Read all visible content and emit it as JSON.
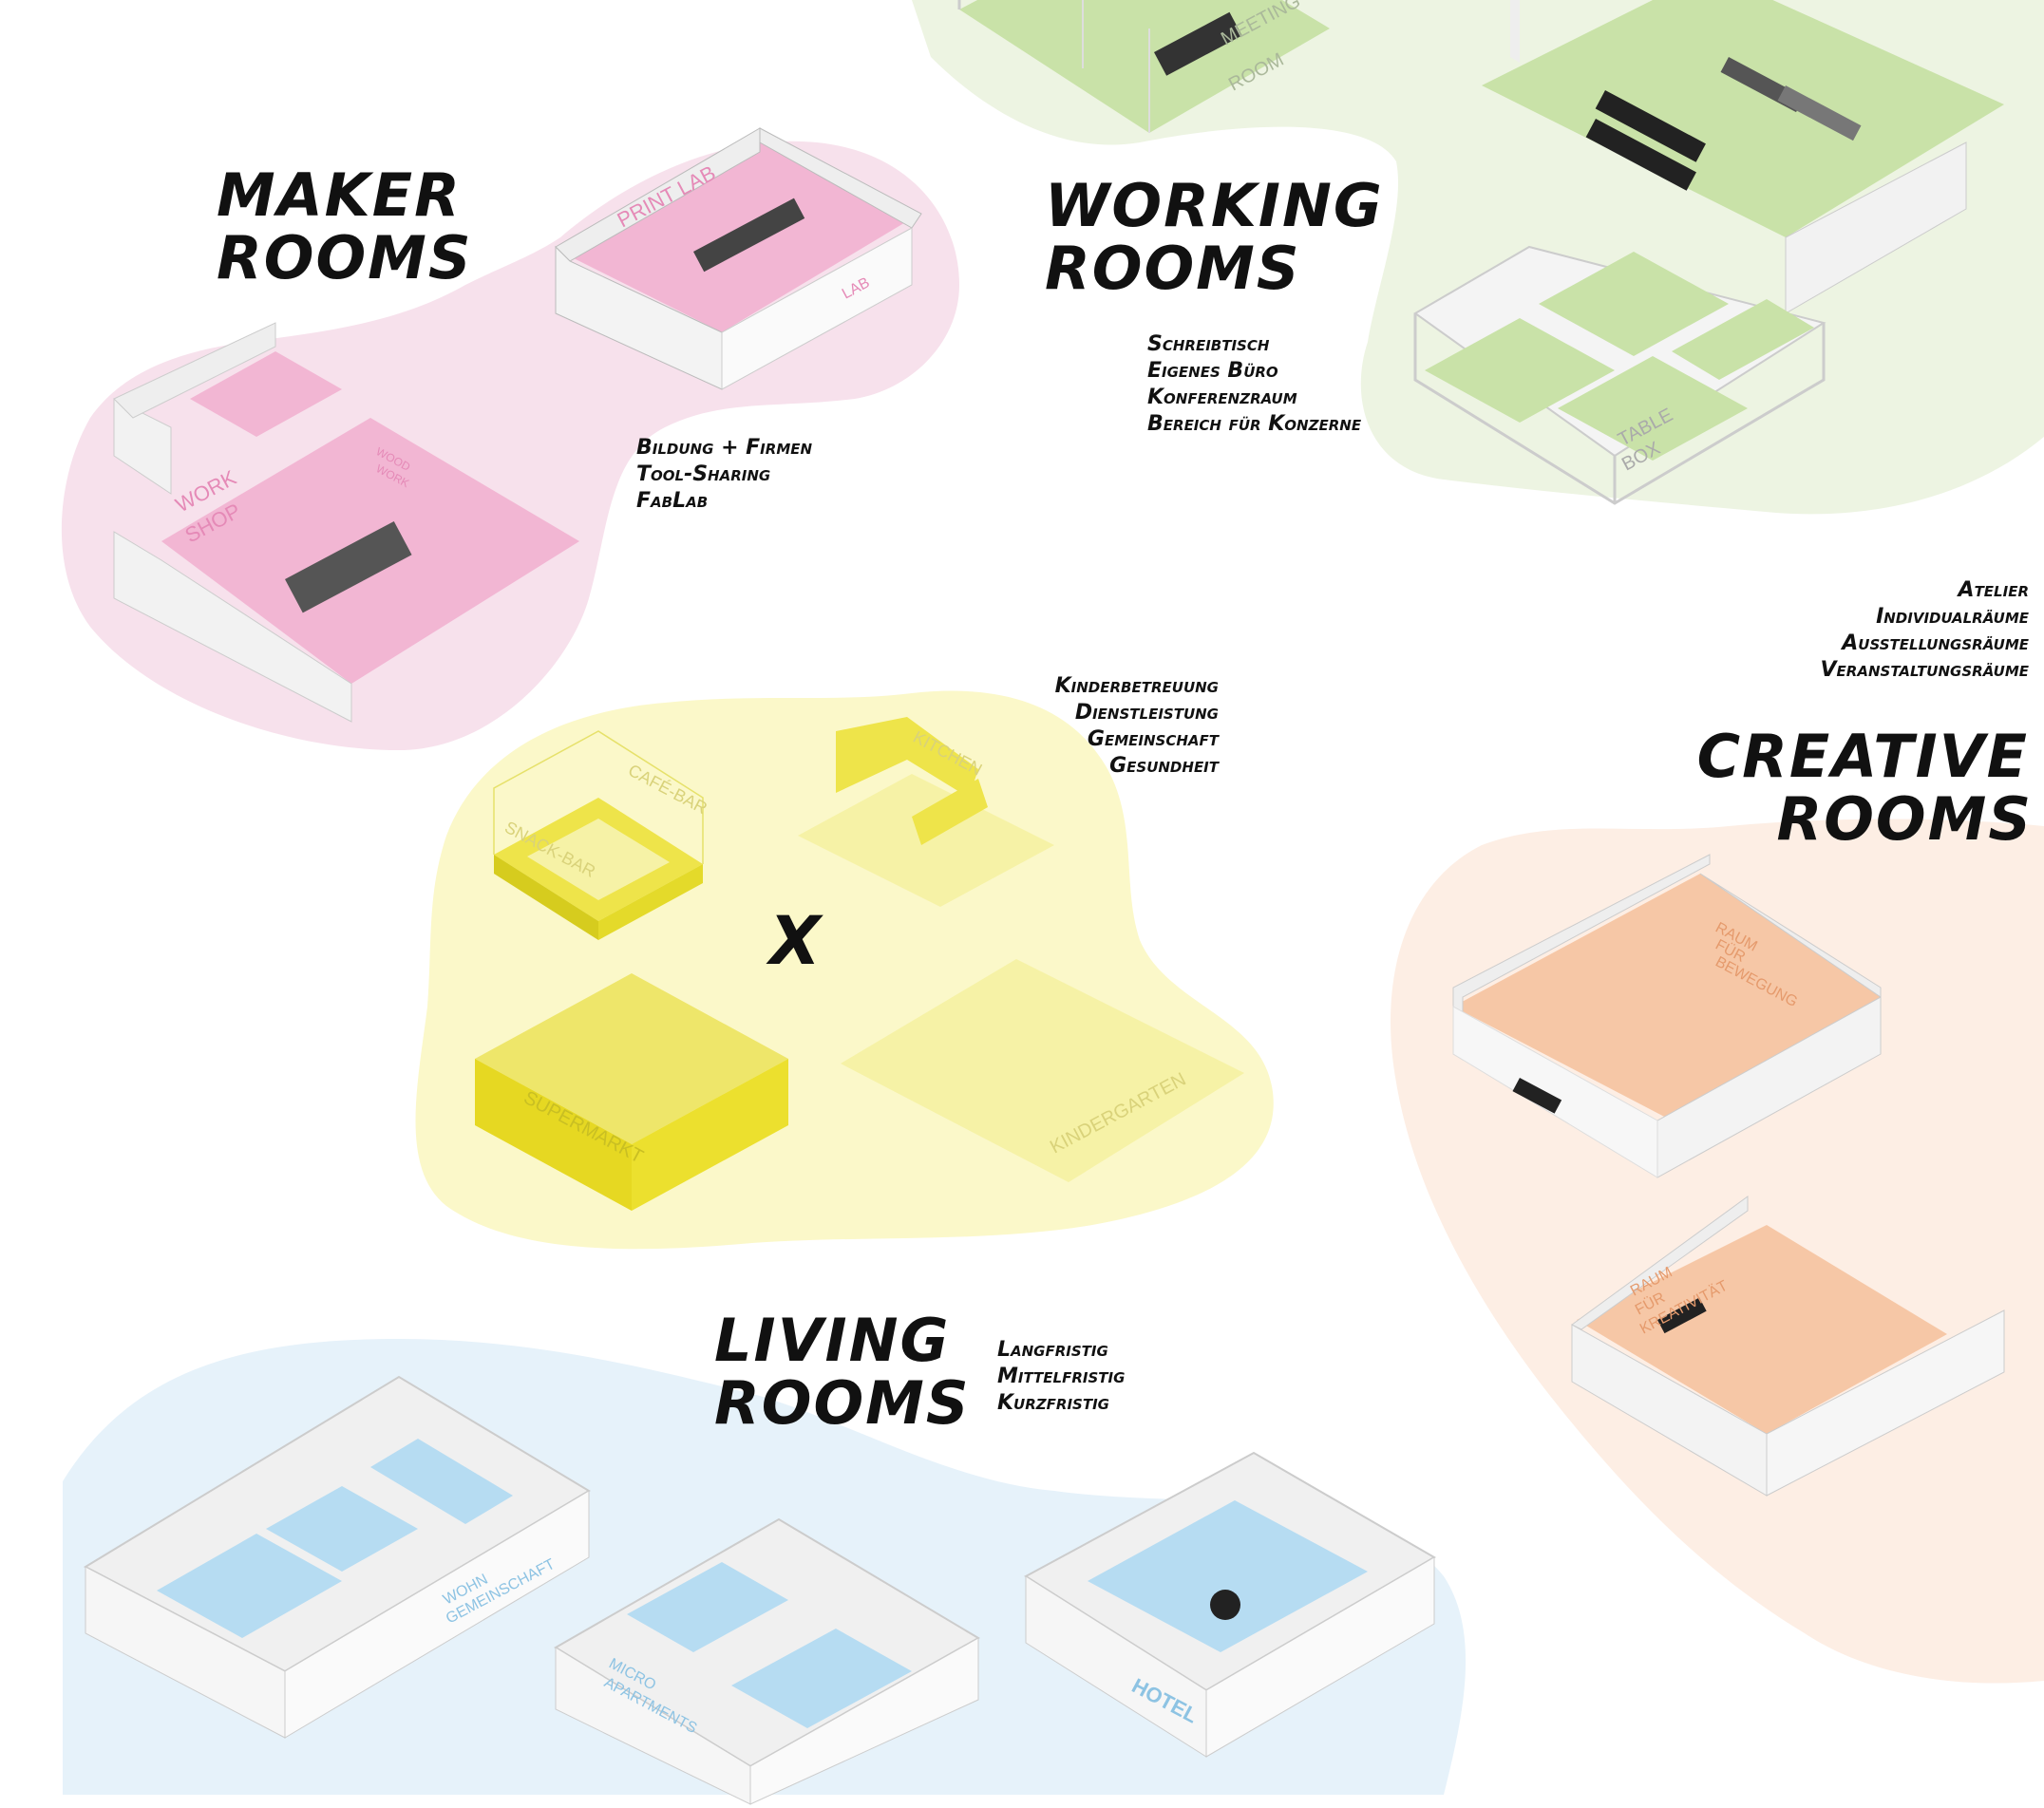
{
  "colors": {
    "maker": "#f2b6d3",
    "maker_bg": "#f7e1ec",
    "working": "#c9e2a8",
    "working_bg": "#edf4e2",
    "service": "#eee44a",
    "service_bg": "#fbf8c9",
    "creative": "#f6c7a6",
    "creative_bg": "#fdeee4",
    "living": "#b6dcf2",
    "living_bg": "#e6f2fa"
  },
  "maker": {
    "title_line1": "MAKER",
    "title_line2": "ROOMS",
    "list": [
      "Bildung + Firmen",
      "Tool-Sharing",
      "FabLab"
    ],
    "room_labels": {
      "print_lab": "PRINT LAB",
      "work_shop_1": "WORK",
      "work_shop_2": "SHOP",
      "wood_1": "WOOD",
      "wood_2": "WORK",
      "lab": "LAB"
    }
  },
  "working": {
    "title_line1": "WORKING",
    "title_line2": "ROOMS",
    "list": [
      "Schreibtisch",
      "Eigenes Büro",
      "Konferenzraum",
      "Bereich für Konzerne"
    ],
    "room_labels": {
      "meeting_1": "MEETING",
      "meeting_2": "ROOM",
      "table_1": "TABLE",
      "table_2": "BOX"
    }
  },
  "service": {
    "list": [
      "Kinderbetreuung",
      "Dienstleistung",
      "Gemeinschaft",
      "Gesundheit"
    ],
    "cross": "X",
    "room_labels": {
      "snack_bar": "SNACK-BAR",
      "cafe_bar": "CAFÉ-BAR",
      "kitchen": "KITCHEN",
      "supermarkt": "SUPERMARKT",
      "kindergarten": "KINDERGARTEN"
    }
  },
  "creative": {
    "title_line1": "CREATIVE",
    "title_line2": "ROOMS",
    "list": [
      "Atelier",
      "Individualräume",
      "Ausstellungsräume",
      "Veranstaltungsräume"
    ],
    "room_labels": {
      "bewegung_1": "RAUM",
      "bewegung_2": "FÜR",
      "bewegung_3": "BEWEGUNG",
      "kreativ_1": "RAUM",
      "kreativ_2": "FÜR",
      "kreativ_3": "KREATIVITÄT"
    }
  },
  "living": {
    "title_line1": "LIVING",
    "title_line2": "ROOMS",
    "list": [
      "Langfristig",
      "Mittelfristig",
      "Kurzfristig"
    ],
    "room_labels": {
      "wohn_1": "WOHN",
      "wohn_2": "GEMEINSCHAFT",
      "micro_1": "MICRO",
      "micro_2": "APARTMENTS",
      "hotel": "HOTEL"
    }
  }
}
